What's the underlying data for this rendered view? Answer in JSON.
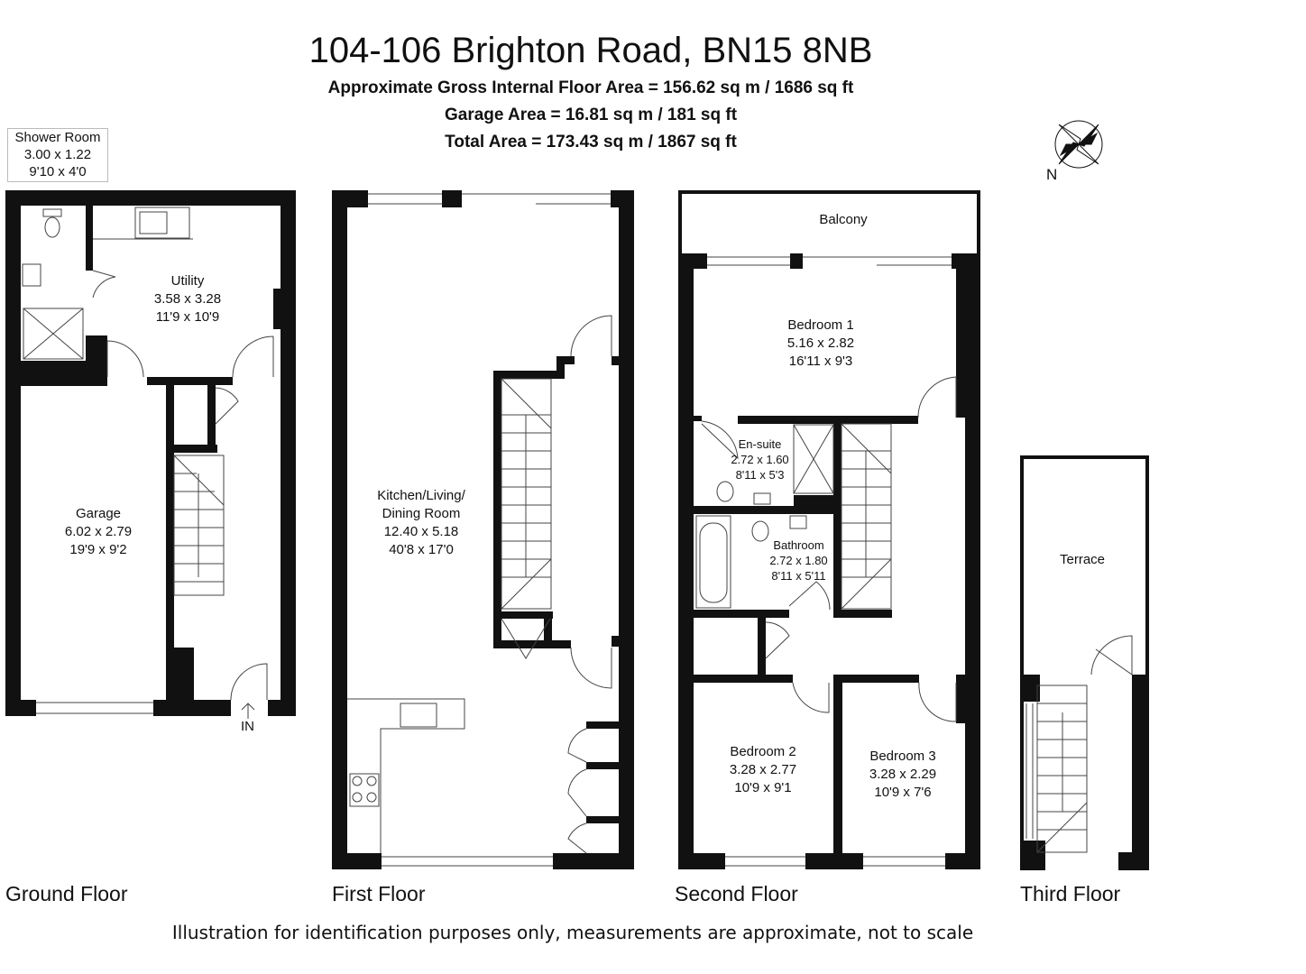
{
  "header": {
    "title": "104-106 Brighton Road, BN15 8NB",
    "gross_area": "Approximate Gross Internal Floor Area = 156.62 sq m / 1686 sq ft",
    "garage_area": "Garage Area = 16.81 sq m / 181 sq ft",
    "total_area": "Total Area = 173.43 sq m / 1867 sq ft"
  },
  "compass": {
    "north_label": "N"
  },
  "entrance_label": "IN",
  "floors": {
    "ground": {
      "label": "Ground Floor",
      "shower_room": {
        "name": "Shower Room",
        "metric": "3.00 x 1.22",
        "imperial": "9'10 x 4'0"
      },
      "utility": {
        "name": "Utility",
        "metric": "3.58 x 3.28",
        "imperial": "11'9 x 10'9"
      },
      "garage": {
        "name": "Garage",
        "metric": "6.02 x 2.79",
        "imperial": "19'9 x 9'2"
      }
    },
    "first": {
      "label": "First Floor",
      "kitchen": {
        "name_line1": "Kitchen/Living/",
        "name_line2": "Dining Room",
        "metric": "12.40 x 5.18",
        "imperial": "40'8 x 17'0"
      }
    },
    "second": {
      "label": "Second Floor",
      "balcony": {
        "name": "Balcony"
      },
      "bedroom1": {
        "name": "Bedroom 1",
        "metric": "5.16 x 2.82",
        "imperial": "16'11 x 9'3"
      },
      "ensuite": {
        "name": "En-suite",
        "metric": "2.72 x 1.60",
        "imperial": "8'11 x 5'3"
      },
      "bathroom": {
        "name": "Bathroom",
        "metric": "2.72 x 1.80",
        "imperial": "8'11 x 5'11"
      },
      "bedroom2": {
        "name": "Bedroom 2",
        "metric": "3.28 x 2.77",
        "imperial": "10'9 x 9'1"
      },
      "bedroom3": {
        "name": "Bedroom 3",
        "metric": "3.28 x 2.29",
        "imperial": "10'9 x 7'6"
      }
    },
    "third": {
      "label": "Third Floor",
      "terrace": {
        "name": "Terrace"
      }
    }
  },
  "footer": "Illustration for identification purposes only, measurements are approximate, not to scale"
}
